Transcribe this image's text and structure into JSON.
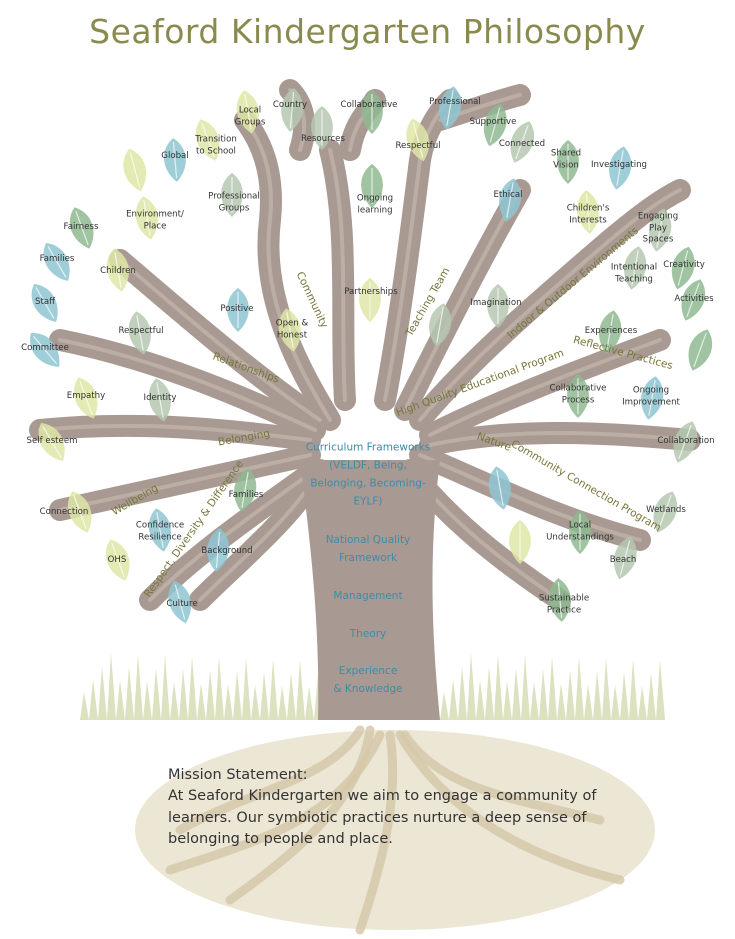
{
  "title": "Seaford Kindergarten Philosophy",
  "colors": {
    "title": "#8a8a4e",
    "trunk": "#a89a92",
    "trunk_highlight": "#c2b6ae",
    "leaf_green_light": "#dfe6a6",
    "leaf_green_dark": "#8fb890",
    "leaf_sage": "#b5c8b0",
    "leaf_blue": "#8ec6d2",
    "branch_label": "#76763a",
    "trunk_label": "#3f8aa8",
    "grass": "#d6dcb4",
    "roots": "#e6ddc6"
  },
  "trunk_labels": [
    "Curriculum Frameworks\n(VELDF, Being,\nBelonging, Becoming-\nEYLF)",
    "National Quality\nFramework",
    "Management",
    "Theory",
    "Experience\n& Knowledge"
  ],
  "branch_labels": [
    "Community",
    "Teaching Team",
    "Indoor & Outdoor Environments",
    "Relationships",
    "High Quality Educational Program",
    "Reflective Practices",
    "Belonging",
    "Nature",
    "Community Connection Program",
    "Wellbeing",
    "Respect, Diversity & Difference"
  ],
  "leaf_labels": [
    "Local\nGroups",
    "Country",
    "Collaborative",
    "Professional",
    "Transition\nto School",
    "Resources",
    "Supportive",
    "Global",
    "Respectful",
    "Connected",
    "Shared\nVision",
    "Investigating",
    "Environment/\nPlace",
    "Professional\nGroups",
    "Ongoing\nlearning",
    "Ethical",
    "Children's\nInterests",
    "Engaging\nPlay\nSpaces",
    "Fairness",
    "Families",
    "Children",
    "Intentional\nTeaching",
    "Creativity",
    "Staff",
    "Partnerships",
    "Imagination",
    "Activities",
    "Positive",
    "Open &\nHonest",
    "Respectful",
    "Experiences",
    "Committee",
    "Empathy",
    "Identity",
    "Collaborative\nProcess",
    "Ongoing\nImprovement",
    "Self esteem",
    "Collaboration",
    "Families",
    "Confidence\nResilience",
    "Connection",
    "Wetlands",
    "Local\nUnderstandings",
    "Background",
    "OHS",
    "Beach",
    "Sustainable\nPractice",
    "Culture"
  ],
  "mission": {
    "title": "Mission Statement:",
    "text": "At Seaford Kindergarten we aim to engage a community of learners. Our symbiotic practices nurture a deep sense of belonging to people and place."
  }
}
